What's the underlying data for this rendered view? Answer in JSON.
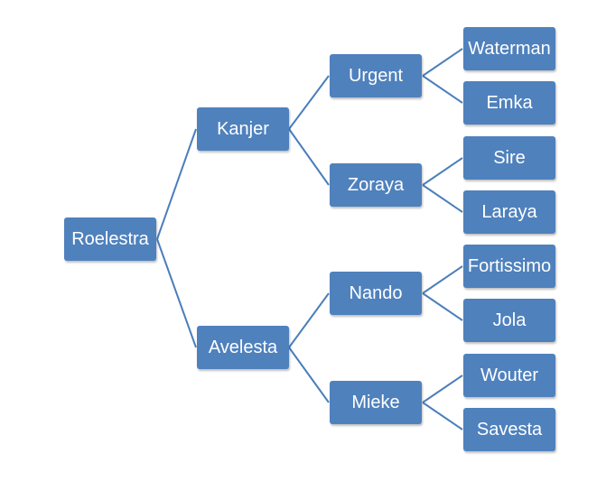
{
  "tree": {
    "root": "Roelestra",
    "children": [
      {
        "label": "Kanjer",
        "children": [
          {
            "label": "Urgent",
            "children": [
              "Waterman",
              "Emka"
            ]
          },
          {
            "label": "Zoraya",
            "children": [
              "Sire",
              "Laraya"
            ]
          }
        ]
      },
      {
        "label": "Avelesta",
        "children": [
          {
            "label": "Nando",
            "children": [
              "Fortissimo",
              "Jola"
            ]
          },
          {
            "label": "Mieke",
            "children": [
              "Wouter",
              "Savesta"
            ]
          }
        ]
      }
    ]
  },
  "colors": {
    "node_fill": "#4f81bd",
    "node_text": "#ffffff",
    "connector": "#4a7ebb",
    "background": "#ffffff"
  }
}
